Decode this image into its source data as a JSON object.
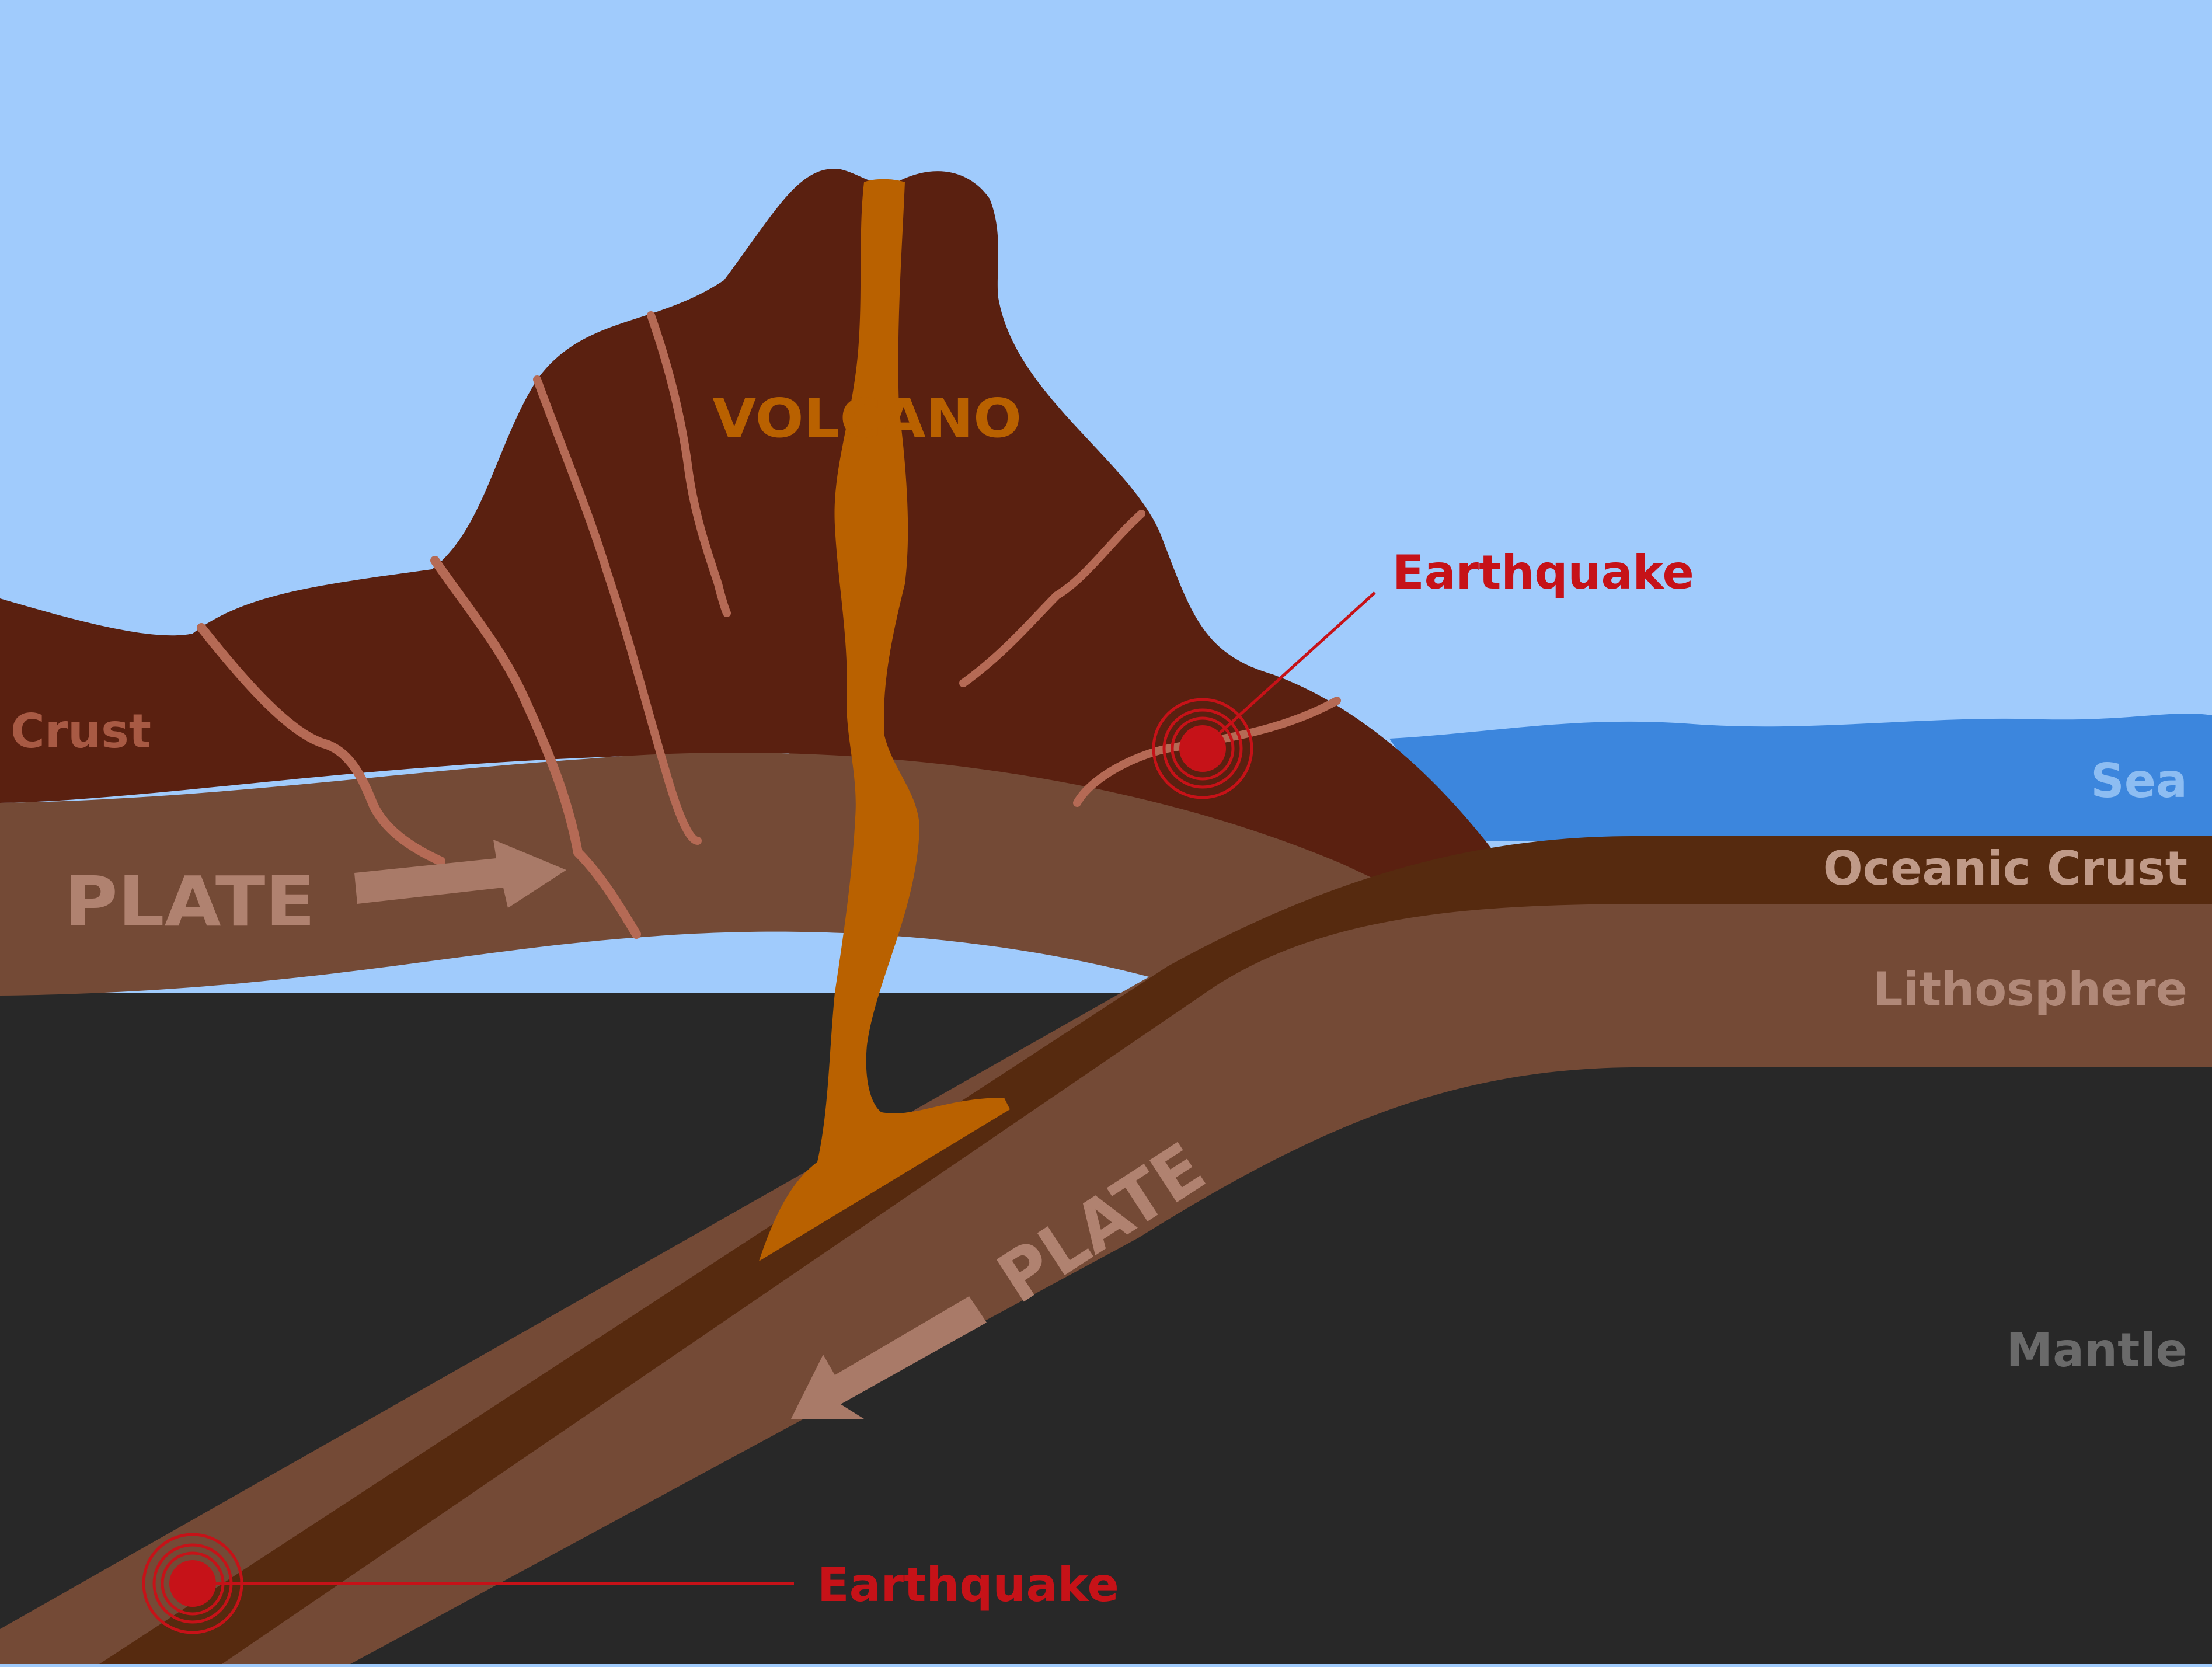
{
  "labels": {
    "volcano": "VOLCANO",
    "crust": "Crust",
    "sea": "Sea",
    "oceanic_crust": "Oceanic Crust",
    "lithosphere": "Lithosphere",
    "mantle": "Mantle",
    "plate_left": "PLATE",
    "plate_subducting": "PLATE",
    "earthquake_shallow": "Earthquake",
    "earthquake_deep": "Earthquake"
  },
  "colors": {
    "sky": "#a0cbfc",
    "sea": "#3c86dd",
    "crust": "#5a2010",
    "crust_label": "#a85a44",
    "plate": "#744a36",
    "plate_label": "#b08270",
    "oceanic_crust": "#562a0f",
    "mantle": "#282828",
    "mantle_label": "#6a6a6a",
    "magma": "#b96100",
    "fissure": "#b56a55",
    "earthquake": "#c61218",
    "sea_label": "#8dbdf2",
    "litho_label": "#b08878",
    "oceanic_label": "#c09a88"
  }
}
